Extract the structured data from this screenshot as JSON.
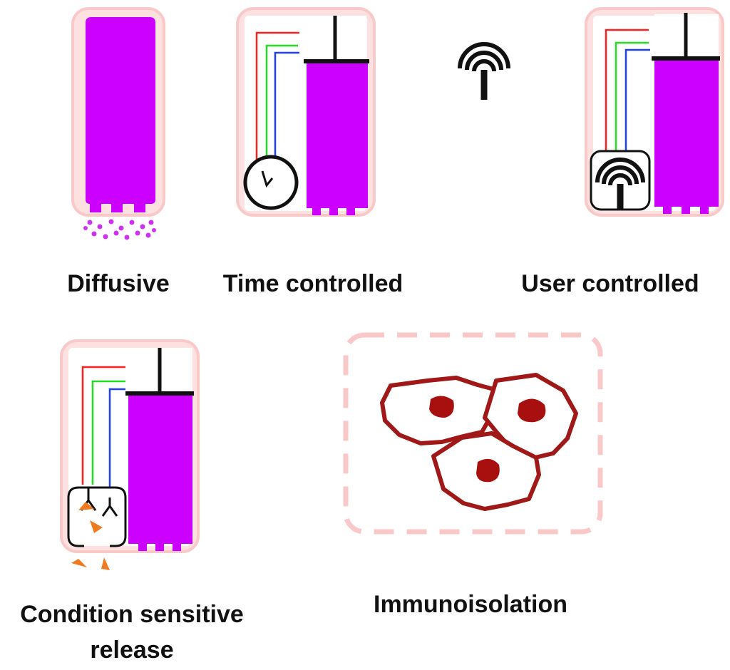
{
  "labels": {
    "diffusive": "Diffusive",
    "time_controlled": "Time controlled",
    "user_controlled": "User controlled",
    "condition_line1": "Condition sensitive",
    "condition_line2": "release",
    "immunoisolation": "Immunoisolation"
  },
  "colors": {
    "device_border": "#f9c9c9",
    "drug_fill": "#cc00ff",
    "wire_red": "#ff2020",
    "wire_green": "#22dd22",
    "wire_blue": "#2040ff",
    "cell_outline": "#a01818",
    "nucleus": "#a80f0f",
    "sensor_triangle": "#f07a20",
    "stroke": "#111111"
  },
  "icons": [
    "clock-icon",
    "wireless-signal-icon",
    "receptor-icon"
  ]
}
